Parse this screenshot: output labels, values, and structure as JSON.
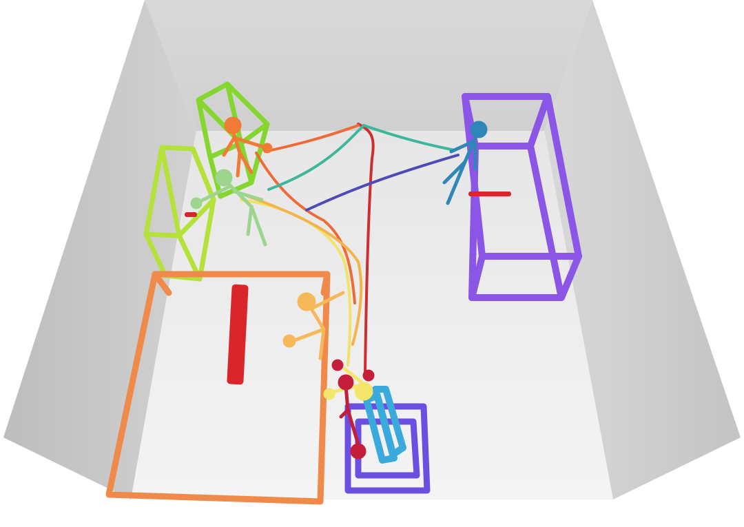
{
  "scene": {
    "colors": {
      "background": "#ffffff",
      "back_wall": "#d4d4d4",
      "left_wall": "#c4c4c4",
      "right_wall": "#c9c9c9",
      "floor": "#ececec",
      "lime_frame": "#b5e23a",
      "green_frame": "#86d630",
      "purple_frame": "#8b55e6",
      "indigo_frame": "#6a4fe0",
      "orange_frame": "#f08a4a",
      "red_bar": "#d8262a",
      "cyan_box": "#3aa9dc"
    },
    "figures": [
      {
        "name": "orange-figure",
        "color": "#f07a36"
      },
      {
        "name": "green-figure",
        "color": "#9ed48e"
      },
      {
        "name": "blue-figure",
        "color": "#2f86b8"
      },
      {
        "name": "peach-figure",
        "color": "#f7b85a"
      },
      {
        "name": "yellow-figure",
        "color": "#f4e66a"
      },
      {
        "name": "crimson-figure",
        "color": "#c41e3a"
      }
    ],
    "trajectories": [
      {
        "name": "red-trajectory",
        "color": "#cf2e2e"
      },
      {
        "name": "orange-trajectory",
        "color": "#ef6b35"
      },
      {
        "name": "teal-trajectory",
        "color": "#3cb79a"
      },
      {
        "name": "purple-trajectory",
        "color": "#4e4ab8"
      },
      {
        "name": "yellow-trajectory",
        "color": "#f1e26c"
      },
      {
        "name": "amber-trajectory",
        "color": "#f3b44a"
      }
    ]
  }
}
